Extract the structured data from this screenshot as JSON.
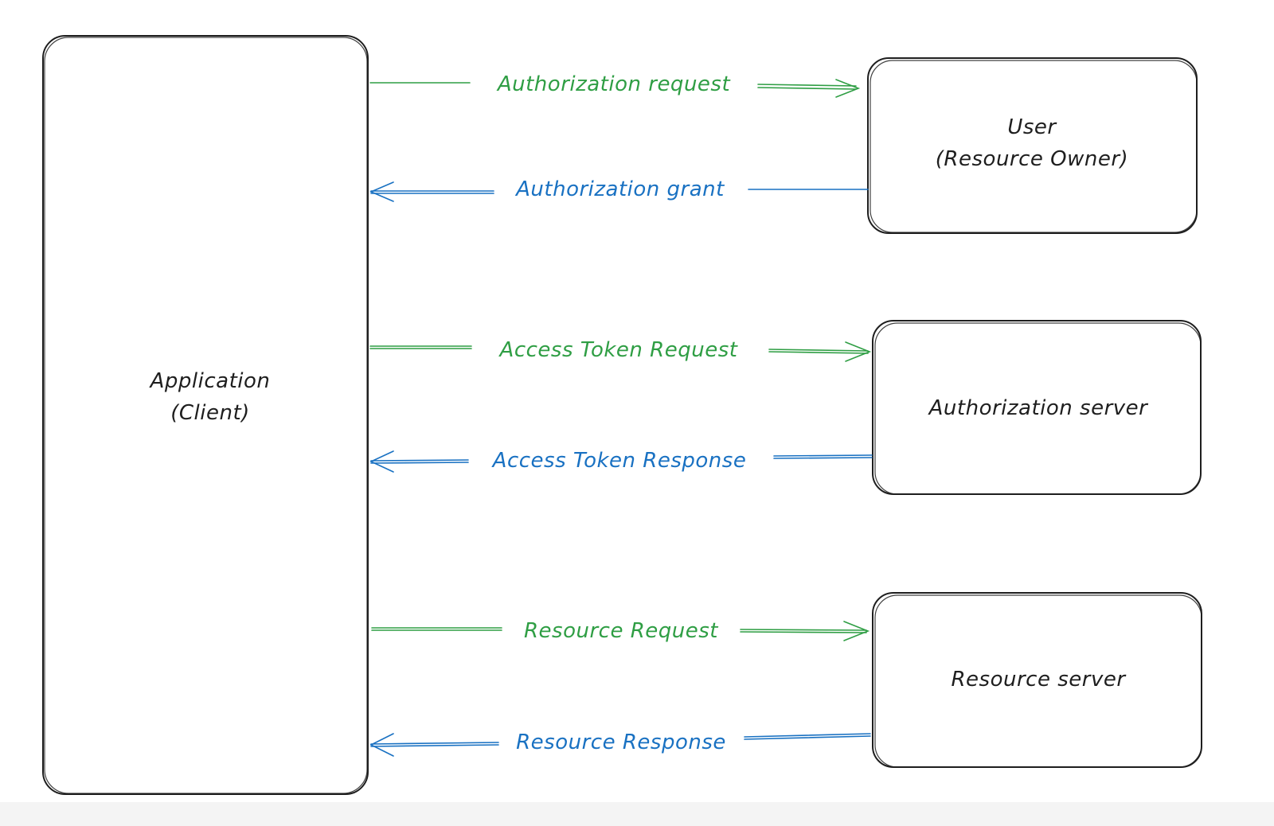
{
  "nodes": {
    "application": {
      "line1": "Application",
      "line2": "(Client)"
    },
    "user": {
      "line1": "User",
      "line2": "(Resource Owner)"
    },
    "authorization_server": {
      "label": "Authorization server"
    },
    "resource_server": {
      "label": "Resource server"
    }
  },
  "edges": {
    "authorization_request": "Authorization request",
    "authorization_grant": "Authorization grant",
    "access_token_request": "Access Token Request",
    "access_token_response": "Access Token Response",
    "resource_request": "Resource Request",
    "resource_response": "Resource Response"
  },
  "colors": {
    "request": "#2f9e44",
    "response": "#1971c2",
    "stroke": "#1e1e1e"
  },
  "icons": {
    "request_arrowhead": "arrow-right-icon",
    "response_arrowhead": "arrow-left-icon"
  }
}
